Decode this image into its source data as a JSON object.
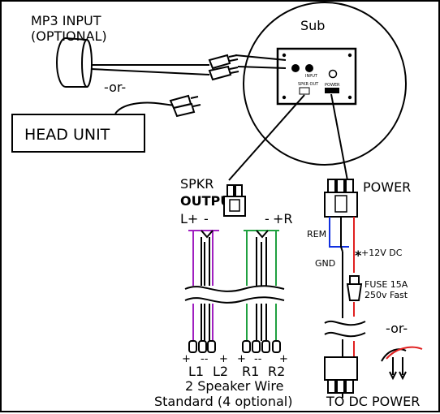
{
  "labels": {
    "mp3_input_line1": "MP3 INPUT",
    "mp3_input_line2": "(OPTIONAL)",
    "or_top": "-or-",
    "head_unit": "HEAD UNIT",
    "sub": "Sub",
    "sub_panel_input": "INPUT",
    "sub_panel_spkr_out": "SPKR OUT",
    "sub_panel_power": "POWER",
    "spkr": "SPKR",
    "output": "OUTPUT",
    "l_plus": "L+",
    "l_minus": "-",
    "r_minus": "-",
    "r_plus": "+R",
    "power": "POWER",
    "rem": "REM",
    "gnd": "GND",
    "asterisk": "*",
    "plus12v": "+12V DC",
    "fuse_line1": "FUSE 15A",
    "fuse_line2": "250v Fast",
    "or_bottom": "-or-",
    "l1": "L1",
    "l2": "L2",
    "r1": "R1",
    "r2": "R2",
    "wire_line1": "2 Speaker Wire",
    "wire_line2": "Standard (4 optional)",
    "to_dc_power": "TO DC POWER"
  },
  "colors": {
    "left_channel_wire": "#a020c0",
    "right_channel_wire": "#20a040",
    "remote_wire": "#1030e0",
    "power_wire": "#e02020",
    "ground_wire": "#000000"
  }
}
